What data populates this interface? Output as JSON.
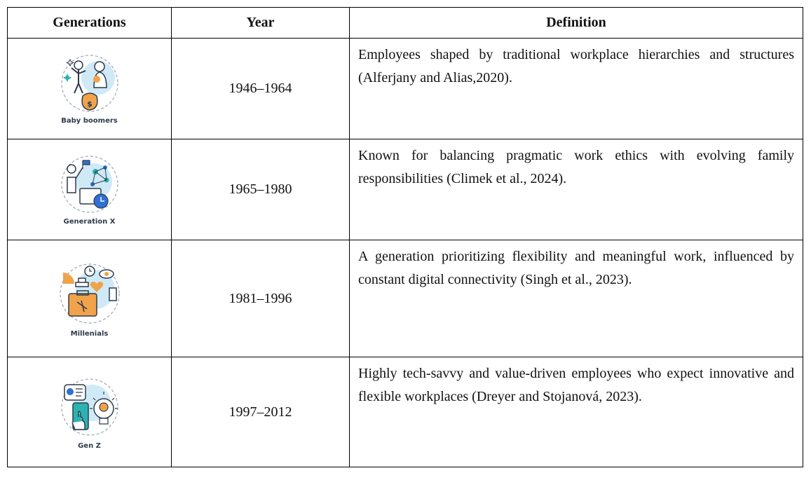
{
  "headers": [
    "Generations",
    "Year",
    "Definition"
  ],
  "rows": [
    {
      "caption": "Baby boomers",
      "icon": "baby-boomers-icon",
      "year": "1946–1964",
      "definition": "Employees shaped by traditional workplace hierarchies and structures (Alferjany and Alias,2020)."
    },
    {
      "caption": "Generation X",
      "icon": "generation-x-icon",
      "year": "1965–1980",
      "definition": "Known for balancing pragmatic work ethics with evolving family responsibilities (Climek et al., 2024)."
    },
    {
      "caption": "Millenials",
      "icon": "millenials-icon",
      "year": "1981–1996",
      "definition": "A generation prioritizing flexibility and meaningful work, influenced by constant digital connectivity (Singh et al., 2023)."
    },
    {
      "caption": "Gen Z",
      "icon": "gen-z-icon",
      "year": "1997–2012",
      "definition": "Highly tech-savvy and value-driven employees who expect innovative and flexible workplaces (Dreyer and Stojanová, 2023)."
    }
  ],
  "colors": {
    "teal": "#2bb3b1",
    "orange": "#f0a34a",
    "blue": "#2f6fd6",
    "lightblue": "#cfeaf6",
    "navy": "#2f3a4a"
  }
}
